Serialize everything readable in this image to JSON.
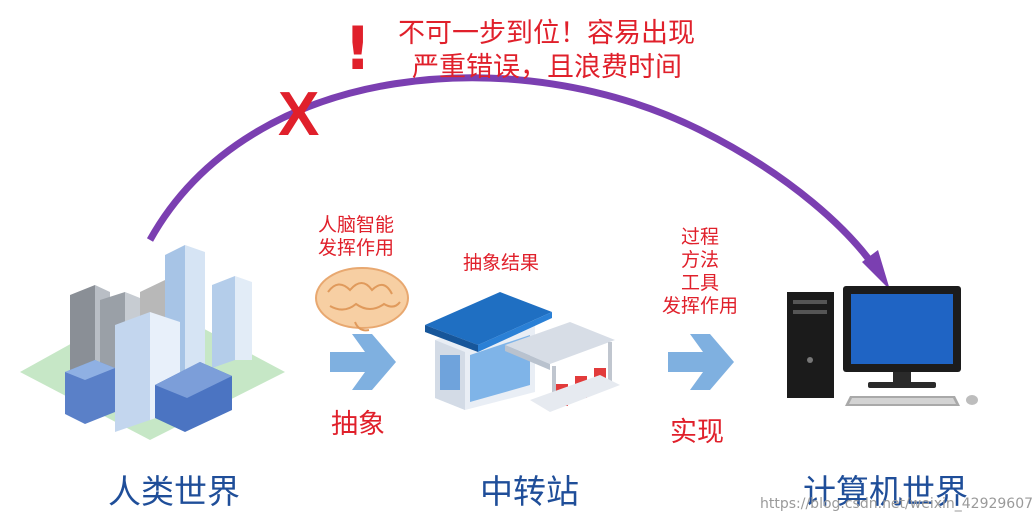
{
  "warning": {
    "exclamation": "!",
    "line1": "不可一步到位！容易出现",
    "line2": "严重错误，且浪费时间",
    "cross": "X"
  },
  "left_stage": {
    "brain_caption_line1": "人脑智能",
    "brain_caption_line2": "发挥作用",
    "arrow_label": "抽象",
    "world_label": "人类世界"
  },
  "middle_stage": {
    "result_caption": "抽象结果",
    "station_label": "中转站"
  },
  "right_stage": {
    "process_lines": [
      "过程",
      "方法",
      "工具",
      "发挥作用"
    ],
    "arrow_label": "实现",
    "world_label": "计算机世界"
  },
  "watermark": "https://blog.csdn.net/weixin_42929607",
  "colors": {
    "curve": "#7b3fb1",
    "red": "#e0202b",
    "blue_label": "#1f4e99",
    "arrow_blue": "#7fb0e0"
  }
}
